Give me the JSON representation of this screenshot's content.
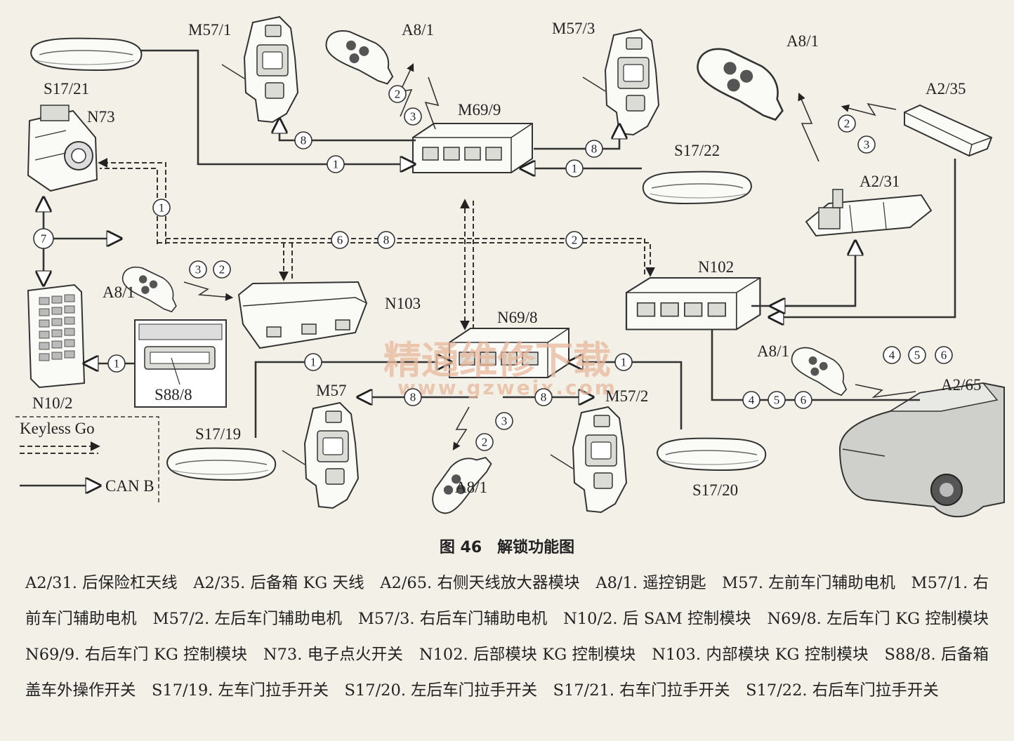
{
  "labels": {
    "m57_1": "M57/1",
    "a8_1_top": "A8/1",
    "m57_3": "M57/3",
    "a8_1_right": "A8/1",
    "a2_35": "A2/35",
    "s17_21": "S17/21",
    "n73": "N73",
    "m69_9": "M69/9",
    "s17_22": "S17/22",
    "a2_31": "A2/31",
    "n102": "N102",
    "a8_1_left": "A8/1",
    "n103": "N103",
    "n69_8": "N69/8",
    "a8_1_car": "A8/1",
    "a2_65": "A2/65",
    "n10_2": "N10/2",
    "s88_8": "S88/8",
    "m57": "M57",
    "m57_2": "M57/2",
    "s17_19": "S17/19",
    "a8_1_bottom": "A8/1",
    "s17_20": "S17/20"
  },
  "legend": {
    "keyless": "Keyless Go",
    "can": "CAN B"
  },
  "watermark": {
    "main": "精通维修下载",
    "url": "www.gzweix.com"
  },
  "badges": {
    "b1": "1",
    "b2": "2",
    "b3": "3",
    "b4": "4",
    "b5": "5",
    "b6": "6",
    "b7": "7",
    "b8": "8"
  },
  "caption": "图 46　解锁功能图",
  "description": "A2/31. 后保险杠天线　A2/35. 后备箱 KG 天线　A2/65. 右侧天线放大器模块　A8/1. 遥控钥匙　M57. 左前车门辅助电机　M57/1. 右前车门辅助电机　M57/2. 左后车门辅助电机　M57/3. 右后车门辅助电机　N10/2. 后 SAM 控制模块　N69/8. 左后车门 KG 控制模块　N69/9. 右后车门 KG 控制模块　N73. 电子点火开关　N102. 后部模块 KG 控制模块　N103. 内部模块 KG 控制模块　S88/8. 后备箱盖车外操作开关　S17/19. 左车门拉手开关　S17/20. 左后车门拉手开关　S17/21. 右车门拉手开关　S17/22. 右后车门拉手开关"
}
